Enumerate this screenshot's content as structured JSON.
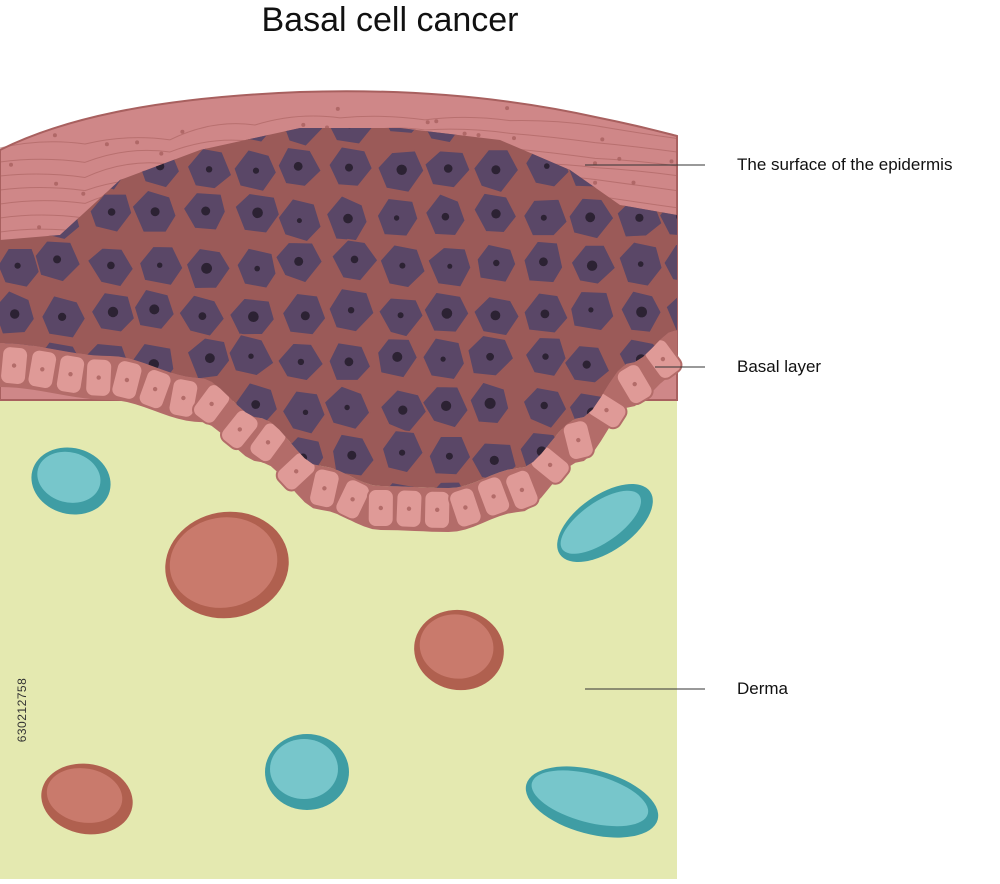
{
  "title": "Basal cell cancer",
  "labels": {
    "epidermis_surface": "The surface of the epidermis",
    "basal_layer": "Basal layer",
    "derma": "Derma"
  },
  "stock_id": "630212758",
  "colors": {
    "derma": "#e4e9b0",
    "epidermis": "#cf8788",
    "epidermis_edge": "#a8605f",
    "tumor_cell": "#5a4767",
    "tumor_matrix": "#9b5a58",
    "tumor_nucleus": "#2c2233",
    "basal_cell": "#df9a97",
    "basal_outline": "#b36c69",
    "red_cell": "#c97a6c",
    "red_cell_rim": "#b0604f",
    "blue_cell": "#77c6cb",
    "blue_cell_rim": "#3f9da4"
  }
}
